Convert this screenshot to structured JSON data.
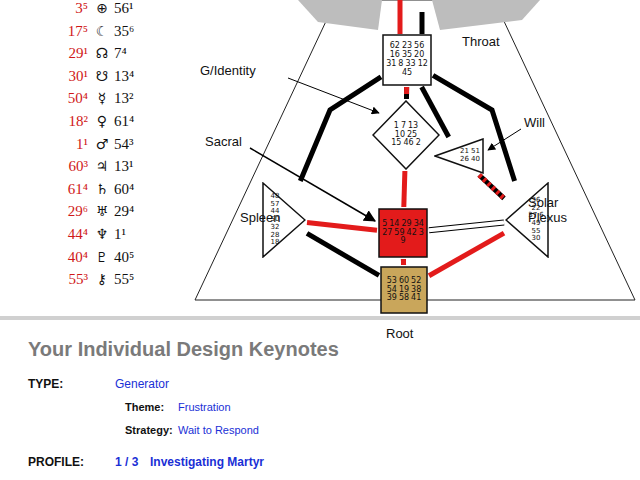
{
  "diagram": {
    "title": "Your Individual Design Keynotes",
    "nodes": [
      {
        "text": [
          "62",
          "23",
          "56",
          "16",
          "35",
          "20",
          "31",
          "8",
          "33",
          "12",
          "45"
        ]
      },
      {
        "text": [
          "1",
          "7",
          "13",
          "10",
          "25",
          "15",
          "46",
          "2"
        ]
      },
      {
        "text": [
          "21",
          "51",
          "26",
          "40"
        ]
      },
      {
        "text": [
          "48",
          "57",
          "44",
          "50",
          "32",
          "28",
          "18"
        ]
      },
      {
        "text": [
          "5",
          "14",
          "29",
          "34",
          "27",
          "59",
          "42",
          "3",
          "9"
        ]
      },
      {
        "text": [
          "36",
          "22",
          "37",
          "6",
          "49",
          "55",
          "30"
        ]
      },
      {
        "text": [
          "53",
          "60",
          "52",
          "54",
          "19",
          "38",
          "39",
          "58",
          "41"
        ]
      }
    ],
    "edges": [
      {
        "from": 0,
        "to": 1,
        "arrow": "none"
      },
      {
        "from": 0,
        "to": 2,
        "arrow": "none"
      },
      {
        "from": 0,
        "to": 3,
        "arrow": "none"
      },
      {
        "from": 0,
        "to": 5,
        "arrow": "none"
      },
      {
        "from": 1,
        "to": 4,
        "arrow": "none"
      },
      {
        "from": 2,
        "to": 5,
        "arrow": "none"
      },
      {
        "from": 3,
        "to": 4,
        "arrow": "none"
      },
      {
        "from": 4,
        "to": 5,
        "arrow": "none"
      },
      {
        "from": 3,
        "to": 6,
        "arrow": "none"
      },
      {
        "from": 4,
        "to": 6,
        "arrow": "none"
      },
      {
        "from": 5,
        "to": 6,
        "arrow": "none"
      }
    ],
    "labels": [
      "3⁵",
      "⊕",
      "56¹",
      "17⁵",
      "☾",
      "35⁶",
      "29¹",
      "☊",
      "7⁴",
      "30¹",
      "☋",
      "13⁴",
      "50⁴",
      "☿",
      "13²",
      "18²",
      "♀",
      "61⁴",
      "1¹",
      "♂",
      "54³",
      "60³",
      "♃",
      "13¹",
      "61⁴",
      "♄",
      "60⁴",
      "29⁶",
      "♅",
      "29⁴",
      "44⁴",
      "♆",
      "1¹",
      "40⁴",
      "♇",
      "40⁵",
      "55³",
      "⚷",
      "55⁵",
      "Throat",
      "G/Identity",
      "Sacral",
      "Will",
      "Spleen",
      "Solar Plexus",
      "Root",
      "TYPE:",
      "Generator",
      "Theme:",
      "Frustration",
      "Strategy:",
      "Wait to Respond",
      "PROFILE:",
      "1 / 3",
      "Investigating Martyr"
    ]
  }
}
